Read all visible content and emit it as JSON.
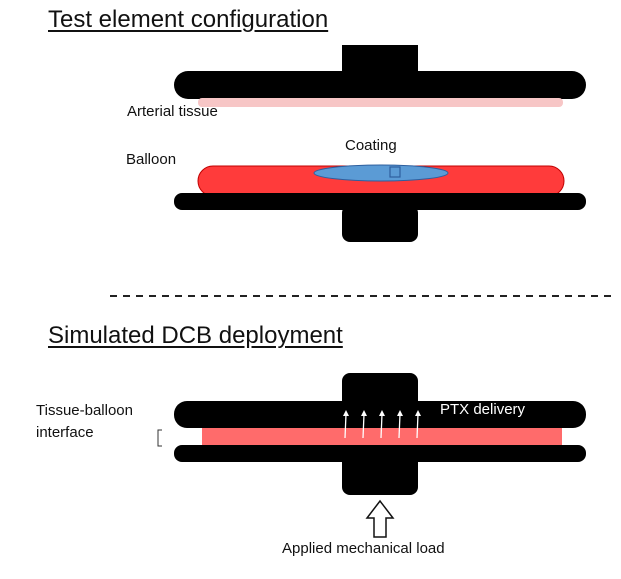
{
  "sections": {
    "top": {
      "title": "Test element configuration",
      "labels": {
        "tissue": "Arterial tissue",
        "balloon": "Balloon",
        "coating": "Coating"
      }
    },
    "bottom": {
      "title": "Simulated DCB deployment",
      "labels": {
        "interface_line1": "Tissue-balloon",
        "interface_line2": "interface",
        "delivery": "PTX delivery",
        "load": "Applied mechanical load"
      }
    }
  },
  "colors": {
    "platen": "#000000",
    "tissue": "#f7c6c6",
    "balloon": "#ff3b3b",
    "balloon_edge": "#c00000",
    "coating": "#5b9bd5",
    "coating_edge": "#2e5f9e",
    "interface_band": "#ff6b6b",
    "arrow": "#ffffff",
    "divider": "#222222"
  },
  "icons": {
    "delivery_arrows": "up-arrow-icon",
    "load_arrow": "outline-up-arrow-icon",
    "interface_bracket": "bracket-icon"
  },
  "delivery_arrow_count": 5
}
